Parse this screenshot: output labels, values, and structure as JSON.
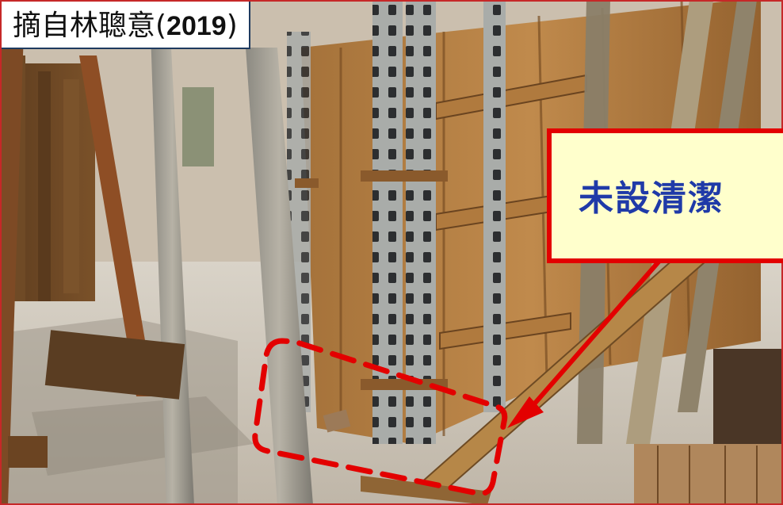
{
  "caption": {
    "prefix": "摘自林聰意(",
    "year": "2019",
    "suffix": ")"
  },
  "callout": {
    "text": "未設清潔"
  },
  "colors": {
    "annotation_red": "#e30000",
    "callout_fill": "#ffffcc",
    "callout_text": "#1f3aa8",
    "caption_border": "#1e3a5f"
  }
}
